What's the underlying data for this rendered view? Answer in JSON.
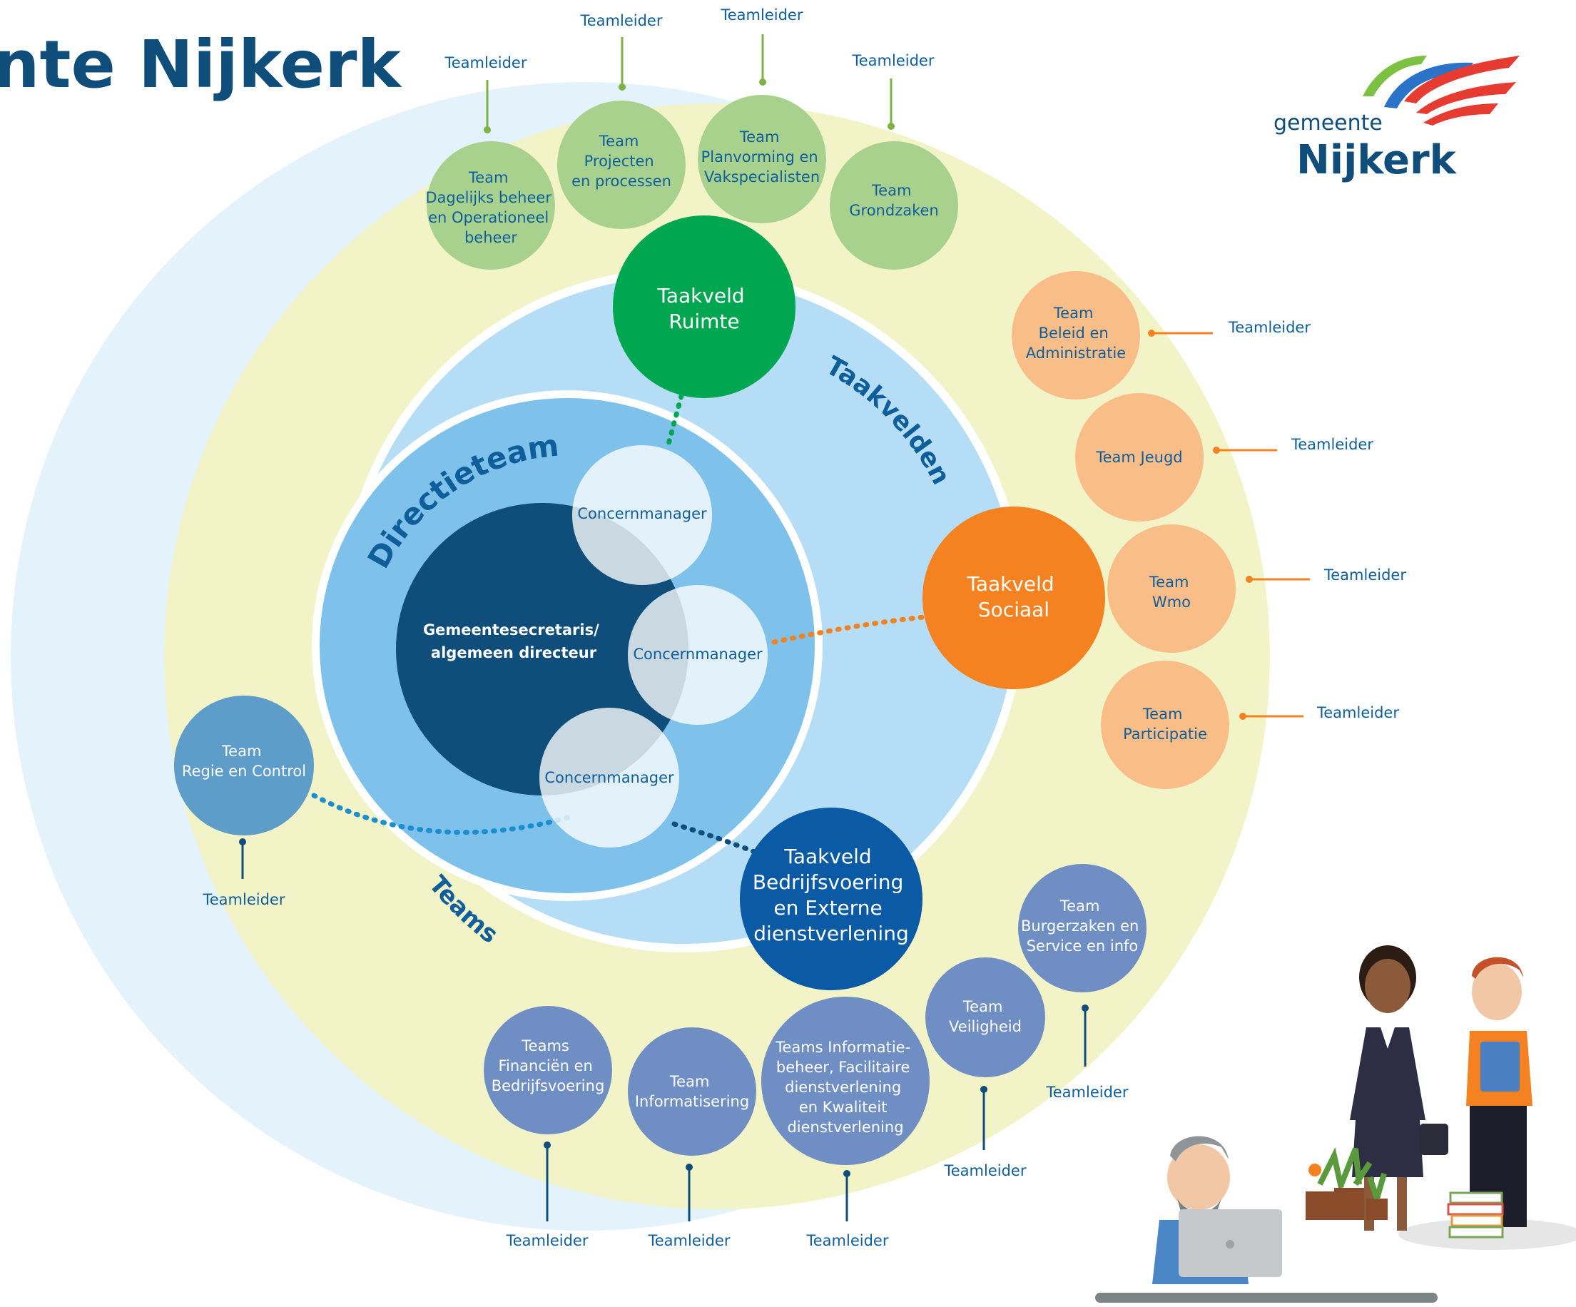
{
  "header": {
    "title": "nte Nijkerk"
  },
  "logo": {
    "top": "gemeente",
    "bottom": "Nijkerk",
    "colors": [
      "#7cc142",
      "#2b73c8",
      "#e63b30"
    ]
  },
  "rings": {
    "taakvelden_label": "Taakvelden",
    "directieteam_label": "Directieteam",
    "teams_label": "Teams"
  },
  "core": {
    "director": [
      "Gemeentesecretaris/",
      "algemeen directeur"
    ],
    "concernmanager_1": "Concernmanager",
    "concernmanager_2": "Concernmanager",
    "concernmanager_3": "Concernmanager"
  },
  "taakvelden": {
    "ruimte": [
      "Taakveld",
      "Ruimte"
    ],
    "sociaal": [
      "Taakveld",
      "Sociaal"
    ],
    "bedrijfsvoering": [
      "Taakveld",
      "Bedrijfsvoering",
      "en Externe",
      "dienstverlening"
    ]
  },
  "teams_ruimte": [
    {
      "lines": [
        "Team",
        "Dagelijks beheer",
        "en Operationeel",
        "beheer"
      ],
      "leader": "Teamleider"
    },
    {
      "lines": [
        "Team",
        "Projecten",
        "en processen"
      ],
      "leader": "Teamleider"
    },
    {
      "lines": [
        "Team",
        "Planvorming en",
        "Vakspecialisten"
      ],
      "leader": "Teamleider"
    },
    {
      "lines": [
        "Team",
        "Grondzaken"
      ],
      "leader": "Teamleider"
    }
  ],
  "teams_sociaal": [
    {
      "lines": [
        "Team",
        "Beleid en",
        "Administratie"
      ],
      "leader": "Teamleider"
    },
    {
      "lines": [
        "Team Jeugd"
      ],
      "leader": "Teamleider"
    },
    {
      "lines": [
        "Team",
        "Wmo"
      ],
      "leader": "Teamleider"
    },
    {
      "lines": [
        "Team",
        "Participatie"
      ],
      "leader": "Teamleider"
    }
  ],
  "teams_bedrijfsvoering": [
    {
      "lines": [
        "Teams",
        "Financiën en",
        "Bedrijfsvoering"
      ],
      "leader": "Teamleider"
    },
    {
      "lines": [
        "Team",
        "Informatisering"
      ],
      "leader": "Teamleider"
    },
    {
      "lines": [
        "Teams Informatie-",
        "beheer, Facilitaire",
        "dienstverlening",
        "en Kwaliteit",
        "dienstverlening"
      ],
      "leader": "Teamleider"
    },
    {
      "lines": [
        "Team",
        "Veiligheid"
      ],
      "leader": "Teamleider"
    },
    {
      "lines": [
        "Team",
        "Burgerzaken en",
        "Service en info"
      ],
      "leader": "Teamleider"
    }
  ],
  "team_regie": {
    "lines": [
      "Team",
      "Regie en Control"
    ],
    "leader": "Teamleider"
  },
  "colors": {
    "pale_blue": "#e4f2fb",
    "pale_yellow": "#f2f4c8",
    "light_blue": "#b5def6",
    "mid_blue": "#7ec1ea",
    "dark_blue": "#0f4d7a",
    "green_dark": "#00a650",
    "green_light": "#a9d18e",
    "orange": "#f58220",
    "orange_light": "#f9bd88",
    "navy": "#0a5aa5",
    "team_blue": "#6f8fc4",
    "regie_blue": "#5e9cc9",
    "text_blue": "#0f5e9c"
  }
}
